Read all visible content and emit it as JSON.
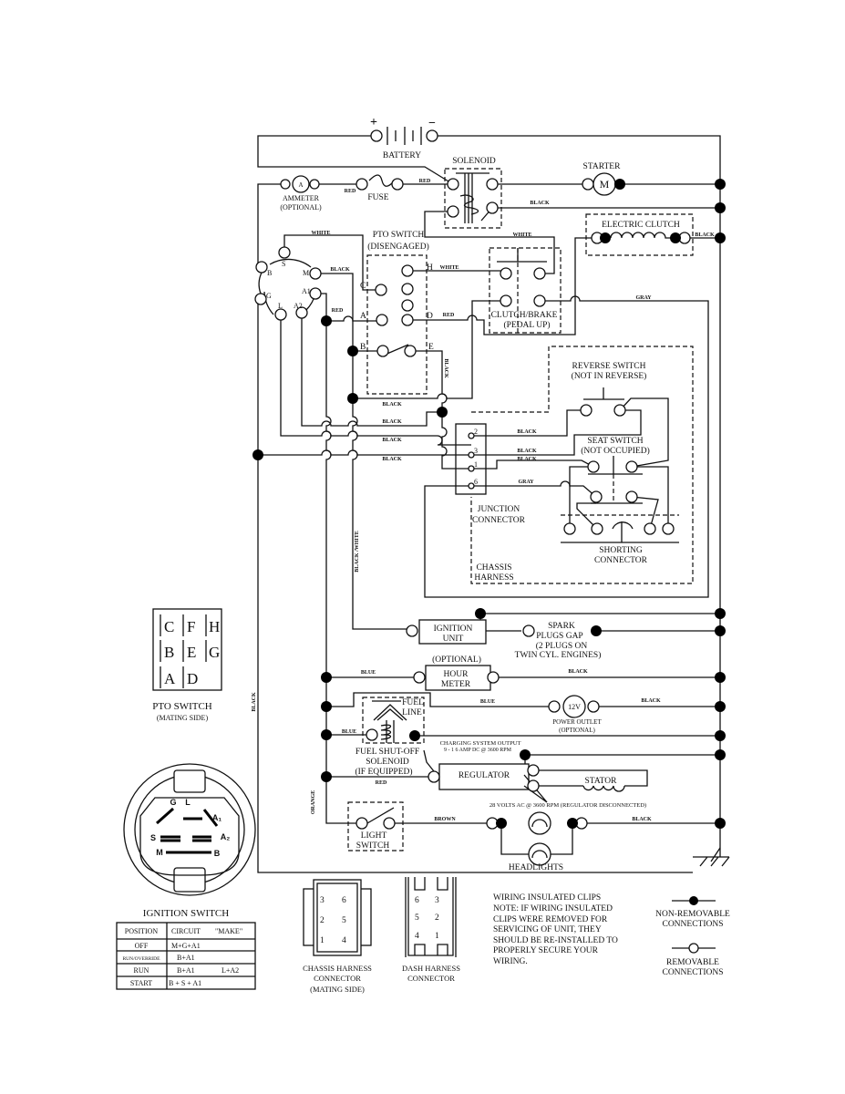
{
  "components": {
    "battery": {
      "label": "BATTERY",
      "plus": "+",
      "minus": "−"
    },
    "solenoid": "SOLENOID",
    "starter": {
      "label": "STARTER",
      "symbol": "M"
    },
    "ammeter": {
      "label": "AMMETER",
      "note": "(OPTIONAL)",
      "symbol": "A"
    },
    "fuse": "FUSE",
    "electric_clutch": "ELECTRIC CLUTCH",
    "pto_switch": {
      "label": "PTO SWITCH",
      "state": "(DISENGAGED)",
      "terminals": [
        "C",
        "H",
        "A",
        "D",
        "B",
        "E"
      ]
    },
    "ignition_terminals": [
      "S",
      "B",
      "M",
      "A1",
      "G",
      "L",
      "A2"
    ],
    "clutch_brake": {
      "label": "CLUTCH/BRAKE",
      "state": "(PEDAL UP)"
    },
    "reverse_switch": {
      "label": "REVERSE SWITCH",
      "state": "(NOT IN REVERSE)"
    },
    "seat_switch": {
      "label": "SEAT SWITCH",
      "state": "(NOT OCCUPIED)"
    },
    "junction_connector": {
      "line1": "JUNCTION",
      "line2": "CONNECTOR",
      "pins": [
        "2",
        "3",
        "1",
        "6"
      ]
    },
    "shorting_connector": {
      "line1": "SHORTING",
      "line2": "CONNECTOR"
    },
    "chassis_harness": {
      "line1": "CHASSIS",
      "line2": "HARNESS"
    },
    "ignition_unit": {
      "line1": "IGNITION",
      "line2": "UNIT"
    },
    "spark_plugs": [
      "SPARK",
      "PLUGS GAP",
      "(2 PLUGS ON",
      "TWIN CYL. ENGINES)"
    ],
    "hour_meter": {
      "note": "(OPTIONAL)",
      "line1": "HOUR",
      "line2": "METER"
    },
    "power_outlet": {
      "symbol": "12V",
      "label": "POWER OUTLET",
      "note": "(OPTIONAL)"
    },
    "fuel_solenoid": {
      "fuel": "FUEL",
      "line": "LINE",
      "label1": "FUEL SHUT-OFF",
      "label2": "SOLENOID",
      "label3": "(IF EQUIPPED)"
    },
    "charging": {
      "line1": "CHARGING SYSTEM OUTPUT",
      "line2": "9 - 1 6 AMP DC @ 3600 RPM"
    },
    "regulator": "REGULATOR",
    "stator": "STATOR",
    "stator_note": "28 VOLTS AC @ 3600 RPM (REGULATOR DISCONNECTED)",
    "light_switch": {
      "line1": "LIGHT",
      "line2": "SWITCH"
    },
    "headlights": "HEADLIGHTS"
  },
  "wires": {
    "red1": "RED",
    "red2": "RED",
    "black_solenoid": "BLACK",
    "white_top": "WHITE",
    "white_sol": "WHITE",
    "black_clutch": "BLACK",
    "black_m": "BLACK",
    "white_h": "WHITE",
    "gray_top": "GRAY",
    "red_a": "RED",
    "red_d": "RED",
    "black_e": "BLACK",
    "black_r1": "BLACK",
    "black_r2": "BLACK",
    "black_r3": "BLACK",
    "black_r4": "BLACK",
    "black_j2": "BLACK",
    "black_j3": "BLACK",
    "black_j1": "BLACK",
    "gray_j6": "GRAY",
    "black_white": "BLACK /WHITE",
    "black_left": "BLACK",
    "blue_hm": "BLUE",
    "black_hm": "BLACK",
    "blue_po": "BLUE",
    "black_po": "BLACK",
    "blue_fs": "BLUE",
    "red_reg": "RED",
    "orange": "ORANGE",
    "brown": "BROWN",
    "black_hl": "BLACK"
  },
  "pto_mating": {
    "label": "PTO SWITCH",
    "note": "(MATING SIDE)",
    "grid": [
      "C",
      "F",
      "H",
      "B",
      "E",
      "G",
      "A",
      "D"
    ]
  },
  "ignition_switch": {
    "label": "IGNITION SWITCH",
    "terminals": [
      "G",
      "L",
      "A₁",
      "S",
      "A₂",
      "M",
      "B"
    ],
    "table": {
      "headers": [
        "POSITION",
        "CIRCUIT",
        "\"MAKE\""
      ],
      "rows": [
        {
          "position": "OFF",
          "circuit": "M+G+A1",
          "extra": ""
        },
        {
          "position": "RUN/OVERRIDE",
          "circuit": "B+A1",
          "extra": ""
        },
        {
          "position": "RUN",
          "circuit": "B+A1",
          "extra": "L+A2"
        },
        {
          "position": "START",
          "circuit": "B + S + A1",
          "extra": ""
        }
      ]
    }
  },
  "chassis_connector": {
    "pins": [
      "3",
      "6",
      "2",
      "5",
      "1",
      "4"
    ],
    "line1": "CHASSIS HARNESS",
    "line2": "CONNECTOR",
    "line3": "(MATING SIDE)"
  },
  "dash_connector": {
    "pins": [
      "6",
      "3",
      "5",
      "2",
      "4",
      "1"
    ],
    "line1": "DASH HARNESS",
    "line2": "CONNECTOR"
  },
  "note": [
    "WIRING INSULATED CLIPS",
    "NOTE:  IF WIRING INSULATED",
    "CLIPS WERE REMOVED FOR",
    "SERVICING OF UNIT, THEY",
    "SHOULD BE RE-INSTALLED TO",
    "PROPERLY SECURE YOUR",
    "WIRING."
  ],
  "legend": {
    "nonremovable1": "NON-REMOVABLE",
    "nonremovable2": "CONNECTIONS",
    "removable1": "REMOVABLE",
    "removable2": "CONNECTIONS"
  }
}
